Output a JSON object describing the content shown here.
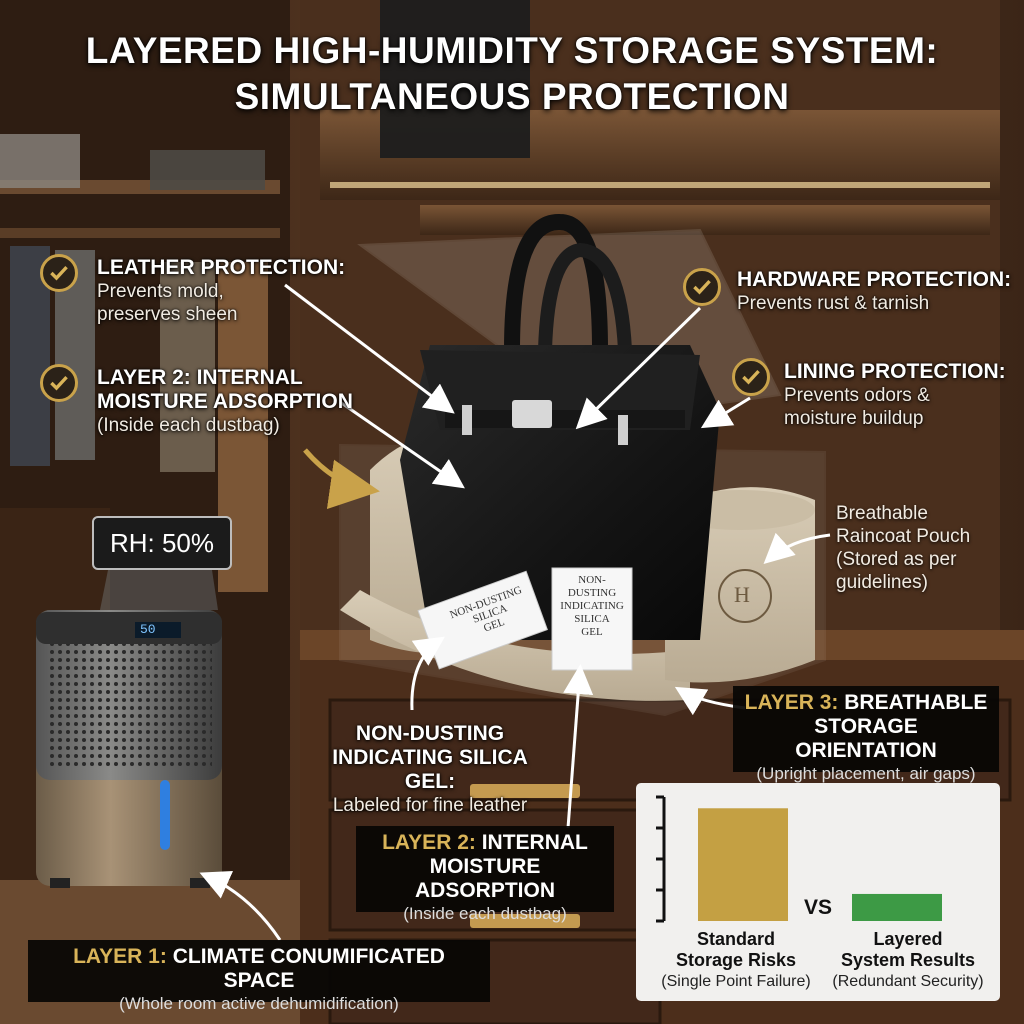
{
  "title": {
    "line1": "LAYERED HIGH-HUMIDITY STORAGE SYSTEM:",
    "line2": "SIMULTANEOUS PROTECTION"
  },
  "callouts": {
    "leather": {
      "head": "LEATHER PROTECTION:",
      "sub1": "Prevents mold,",
      "sub2": "preserves sheen"
    },
    "layer2_top": {
      "head1": "LAYER 2: INTERNAL",
      "head2": "MOISTURE ADSORPTION",
      "sub": "(Inside each dustbag)"
    },
    "hardware": {
      "head": "HARDWARE PROTECTION:",
      "sub": "Prevents rust & tarnish"
    },
    "lining": {
      "head": "LINING PROTECTION:",
      "sub1": "Prevents odors &",
      "sub2": "moisture buildup"
    },
    "raincoat": {
      "line1": "Breathable",
      "line2": "Raincoat Pouch",
      "line3": "(Stored as per",
      "line4": "guidelines)"
    },
    "silica": {
      "head1": "NON-DUSTING",
      "head2": "INDICATING SILICA GEL:",
      "sub": "Labeled for fine leather"
    }
  },
  "boxes": {
    "layer3": {
      "prefix": "LAYER 3:",
      "head1": "BREATHABLE",
      "head2": "STORAGE ORIENTATION",
      "sub": "(Upright placement, air gaps)"
    },
    "layer2": {
      "prefix": "LAYER 2:",
      "head1": "INTERNAL",
      "head2": "MOISTURE ADSORPTION",
      "sub": "(Inside each dustbag)"
    },
    "layer1": {
      "prefix": "LAYER 1:",
      "head": "CLIMATE CONUMIFICATED SPACE",
      "sub": "(Whole room active dehumidification)"
    }
  },
  "dehumidifier": {
    "rh_label": "RH: 50%",
    "display": "50"
  },
  "packets": {
    "left": [
      "NON-DUSTING",
      "SILICA",
      "GEL"
    ],
    "right": [
      "NON-",
      "DUSTING",
      "INDICATING",
      "SILICA",
      "GEL"
    ]
  },
  "dustbag_logo": "H",
  "colors": {
    "accent_gold": "#c9a24a",
    "bar_standard": "#c4a043",
    "bar_layered": "#3d9a45"
  },
  "chart_data": {
    "type": "bar",
    "categories": [
      "Standard Storage Risks",
      "Layered System Results"
    ],
    "category_lines": [
      [
        "Standard",
        "Storage Risks"
      ],
      [
        "Layered",
        "System Results"
      ]
    ],
    "subtitles": [
      "(Single Point Failure)",
      "(Redundant Security)"
    ],
    "values": [
      100,
      24
    ],
    "separator": "VS",
    "ylim": [
      0,
      110
    ]
  }
}
